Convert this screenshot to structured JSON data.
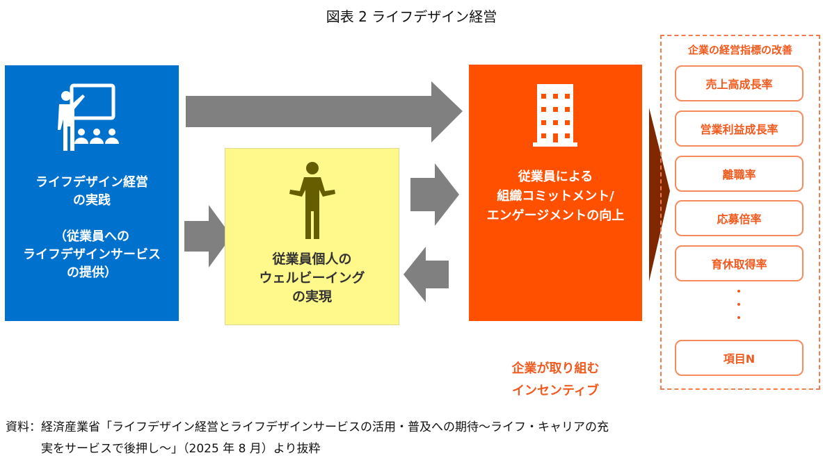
{
  "title": "図表 2  ライフデザイン経営",
  "blue_box": {
    "lines": [
      "ライフデザイン経営",
      "の実践",
      "",
      "（従業員への",
      "ライフデザインサービス",
      "の提供）"
    ]
  },
  "yellow_box": {
    "lines": [
      "従業員個人の",
      "ウェルビーイング",
      "の実現"
    ]
  },
  "orange_box": {
    "lines": [
      "従業員による",
      "組織コミットメント/",
      "エンゲージメントの向上"
    ]
  },
  "incentive": {
    "lines": [
      "企業が取り組む",
      "インセンティブ"
    ]
  },
  "indicators": {
    "heading": "企業の経営指標の改善",
    "items": [
      "売上高成長率",
      "営業利益成長率",
      "離職率",
      "応募倍率",
      "育休取得率"
    ],
    "last_item": "項目N"
  },
  "footer": {
    "lines": [
      "資料：経済産業省「ライフデザイン経営とライフデザインサービスの活用・普及への期待～ライフ・キャリアの充",
      "　　　実をサービスで後押し～」（2025 年 8 月）より抜粋"
    ]
  },
  "colors": {
    "blue": "#0072CE",
    "yellow": "#FFF88A",
    "orange": "#FF5000",
    "arrow": "#808080",
    "dark_arrow": "#7F2800",
    "accent": "#F05A1E"
  }
}
